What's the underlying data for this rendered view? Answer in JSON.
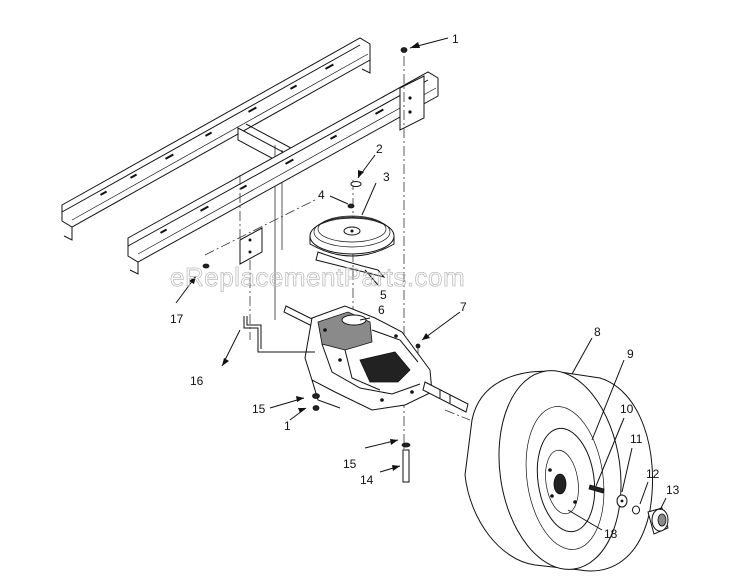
{
  "watermark": "eReplacementParts.com",
  "callouts": [
    {
      "id": "c1a",
      "text": "1"
    },
    {
      "id": "c2",
      "text": "2"
    },
    {
      "id": "c3",
      "text": "3"
    },
    {
      "id": "c4",
      "text": "4"
    },
    {
      "id": "c5",
      "text": "5"
    },
    {
      "id": "c6",
      "text": "6"
    },
    {
      "id": "c7",
      "text": "7"
    },
    {
      "id": "c8",
      "text": "8"
    },
    {
      "id": "c9",
      "text": "9"
    },
    {
      "id": "c10",
      "text": "10"
    },
    {
      "id": "c11",
      "text": "11"
    },
    {
      "id": "c12",
      "text": "12"
    },
    {
      "id": "c13",
      "text": "13"
    },
    {
      "id": "c14",
      "text": "14"
    },
    {
      "id": "c15a",
      "text": "15"
    },
    {
      "id": "c15b",
      "text": "15"
    },
    {
      "id": "c16",
      "text": "16"
    },
    {
      "id": "c17",
      "text": "17"
    },
    {
      "id": "c18",
      "text": "18"
    },
    {
      "id": "c1b",
      "text": "1"
    }
  ]
}
